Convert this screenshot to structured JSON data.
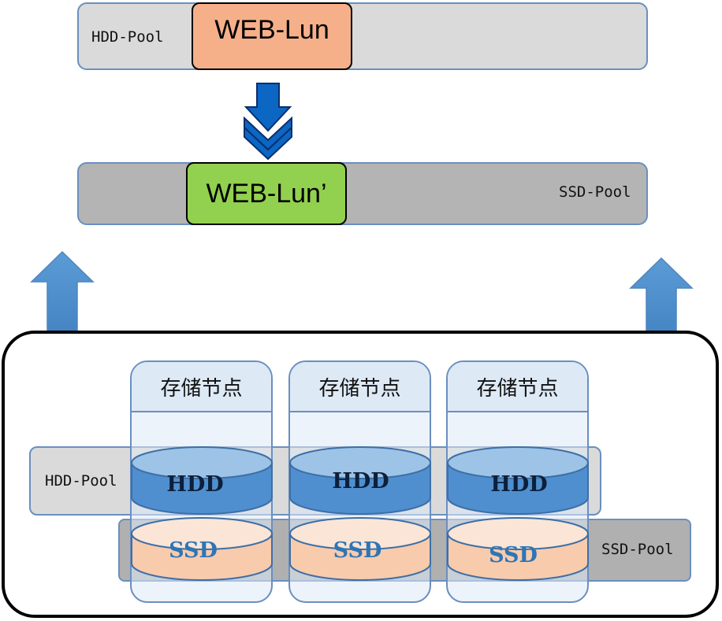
{
  "top_row": {
    "hdd_pool_label": "HDD-Pool",
    "web_lun": "WEB-Lun"
  },
  "middle_row": {
    "ssd_pool_label": "SSD-Pool",
    "web_lun_copy": "WEB-Lun’"
  },
  "cluster": {
    "hdd_pool_label": "HDD-Pool",
    "ssd_pool_label": "SSD-Pool",
    "nodes": [
      {
        "title": "存储节点",
        "hdd": "HDD",
        "ssd": "SSD"
      },
      {
        "title": "存储节点",
        "hdd": "HDD",
        "ssd": "SSD"
      },
      {
        "title": "存储节点",
        "hdd": "HDD",
        "ssd": "SSD"
      }
    ]
  },
  "icons": [
    "migration-double-arrow-icon",
    "up-arrow-icon"
  ],
  "colors": {
    "hdd_pool": "#dadada",
    "ssd_pool": "#b4b4b4",
    "web_lun": "#f5b08a",
    "web_lun_copy": "#92d050",
    "hdd_disk": "#5b9bd5",
    "ssd_disk": "#f8cbad",
    "arrow": "#5b9bd5",
    "node_fill": "#dee9f6",
    "outline": "#6a8fbf"
  }
}
